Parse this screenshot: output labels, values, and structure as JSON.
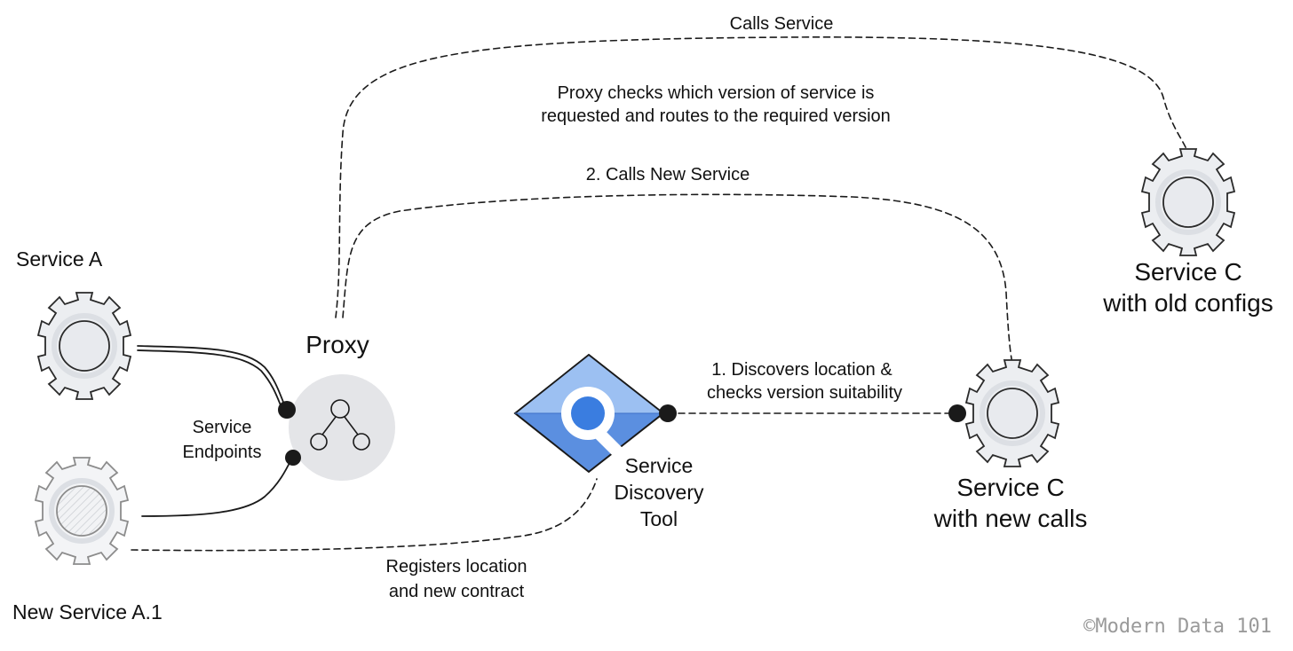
{
  "nodes": {
    "service_a": "Service A",
    "new_service_a1": "New Service A.1",
    "proxy": "Proxy",
    "service_endpoints_line1": "Service",
    "service_endpoints_line2": "Endpoints",
    "discovery_line1": "Service",
    "discovery_line2": "Discovery",
    "discovery_line3": "Tool",
    "service_c_new_line1": "Service C",
    "service_c_new_line2": "with new calls",
    "service_c_old_line1": "Service C",
    "service_c_old_line2": "with old configs"
  },
  "edges": {
    "calls_service": "Calls Service",
    "proxy_note_line1": "Proxy checks which version of service is",
    "proxy_note_line2": "requested and routes to the required version",
    "calls_new_service": "2. Calls New Service",
    "discovers_line1": "1. Discovers location &",
    "discovers_line2": "checks version suitability",
    "registers_line1": "Registers location",
    "registers_line2": "and new contract"
  },
  "watermark": "©Modern Data 101",
  "colors": {
    "discovery_blue": "#5b8fe0",
    "discovery_light": "#9cc0f2",
    "discovery_dark": "#3d6fc7",
    "lens_blue": "#3a7de0",
    "proxy_gray": "#e4e5e8"
  }
}
